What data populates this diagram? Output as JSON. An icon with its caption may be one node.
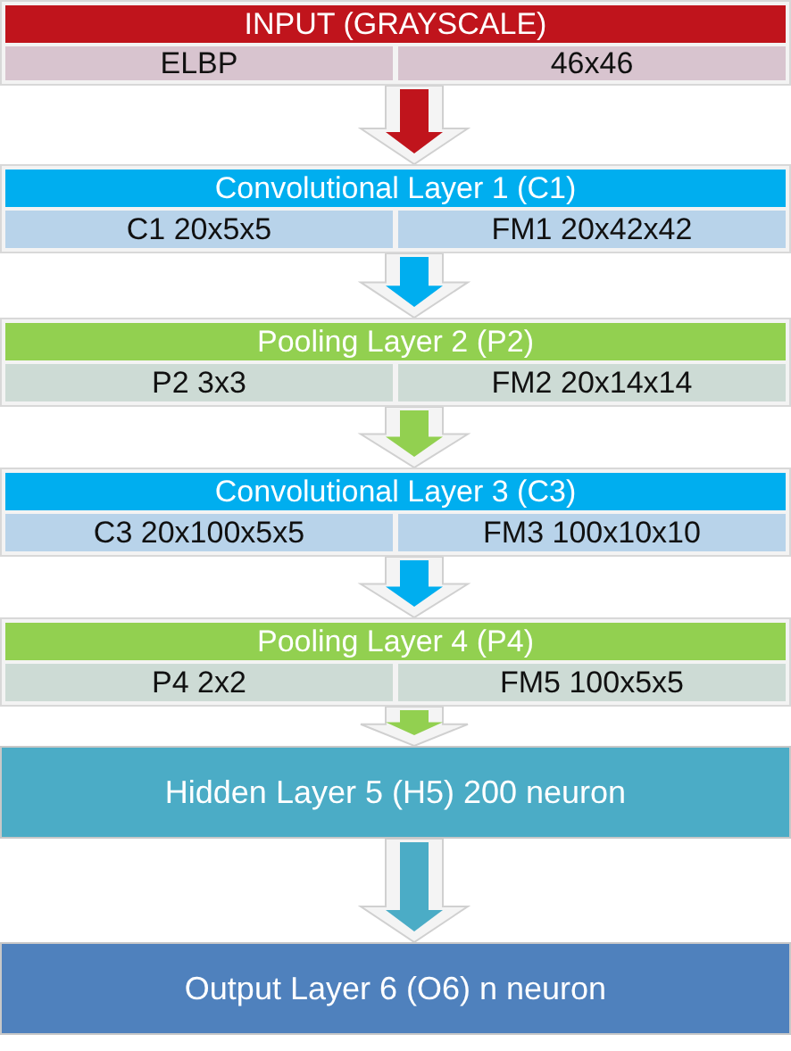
{
  "diagram": {
    "nodes": [
      {
        "text": [
          "INPUT (GRAYSCALE)"
        ]
      },
      {
        "text": [
          "ELBP"
        ],
        "in": 0
      },
      {
        "text": [
          "46x46"
        ],
        "in": 0
      },
      {
        "text": [
          "Convolutional Layer 1 (C1)"
        ]
      },
      {
        "text": [
          "C1 20x5x5"
        ],
        "in": 3
      },
      {
        "text": [
          "FM1 20x42x42"
        ],
        "in": 3
      },
      {
        "text": [
          "Pooling Layer 2 (P2)"
        ]
      },
      {
        "text": [
          "P2 3x3"
        ],
        "in": 6
      },
      {
        "text": [
          "FM2 20x14x14"
        ],
        "in": 6
      },
      {
        "text": [
          "Convolutional Layer 3 (C3)"
        ]
      },
      {
        "text": [
          "C3 20x100x5x5"
        ],
        "in": 9
      },
      {
        "text": [
          "FM3 100x10x10"
        ],
        "in": 9
      },
      {
        "text": [
          "Pooling Layer 4 (P4)"
        ]
      },
      {
        "text": [
          "P4 2x2"
        ],
        "in": 12
      },
      {
        "text": [
          "FM5 100x5x5"
        ],
        "in": 12
      },
      {
        "text": [
          "Hidden Layer 5 (H5) 200 neuron"
        ]
      },
      {
        "text": [
          "Output Layer 6 (O6) n neuron"
        ]
      }
    ],
    "edges": [
      {
        "from": 0,
        "to": 3,
        "arrow": "to",
        "color": "#c0141c"
      },
      {
        "from": 3,
        "to": 6,
        "arrow": "to",
        "color": "#00aeef"
      },
      {
        "from": 6,
        "to": 9,
        "arrow": "to",
        "color": "#92d050"
      },
      {
        "from": 9,
        "to": 12,
        "arrow": "to",
        "color": "#00aeef"
      },
      {
        "from": 12,
        "to": 15,
        "arrow": "to",
        "color": "#92d050"
      },
      {
        "from": 15,
        "to": 16,
        "arrow": "to",
        "color": "#4bacc6"
      }
    ]
  }
}
